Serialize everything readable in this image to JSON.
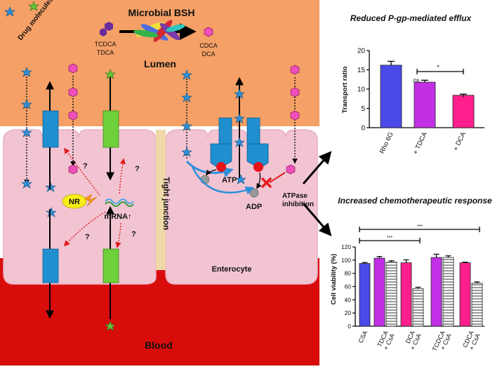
{
  "diagram": {
    "legend_drug": "Drug molecules",
    "microbial_bsh": "Microbial BSH",
    "substrates": [
      "TCDCA",
      "TDCA"
    ],
    "products": [
      "CDCA",
      "DCA"
    ],
    "lumen": "Lumen",
    "blood": "Blood",
    "tight_junction": "Tight junction",
    "enterocyte": "Enterocyte",
    "nr": "NR",
    "mrna": "mRNA↑",
    "question": "?",
    "atp": "ATP",
    "adp": "ADP",
    "atpase_1": "ATPase",
    "atpase_2": "inhibition"
  },
  "colors": {
    "lumen": "#f5a066",
    "blood": "#d90c0c",
    "cell": "#f2c4d2",
    "transporter_blue": "#1f8fd0",
    "transporter_green": "#6fd13a",
    "drug_blue": "#2e8fd8",
    "drug_green": "#5fc43a",
    "bile_pink": "#ee4fb8",
    "bile_purple": "#6a2b9e",
    "bar_blue": "#4a4ae8",
    "bar_purple": "#c230e6",
    "bar_pink": "#ff1f8c"
  },
  "chart_data": [
    {
      "type": "bar",
      "title": "Reduced P-gp-mediated efflux",
      "ylabel": "Transport ratio",
      "categories": [
        "Rho 6G",
        "+ TDCA",
        "+ DCA"
      ],
      "values": [
        16.2,
        11.8,
        8.4
      ],
      "errors": [
        1.0,
        0.5,
        0.3
      ],
      "bar_colors": [
        "#4a4ae8",
        "#c230e6",
        "#ff1f8c"
      ],
      "ylim": [
        0,
        20
      ],
      "yticks": [
        "0",
        "5",
        "10",
        "15",
        "20"
      ],
      "annotations": [
        "ns",
        "*",
        "*"
      ]
    },
    {
      "type": "bar",
      "title": "Increased chemotherapeutic response",
      "ylabel": "Cell viability (%)",
      "categories": [
        "CSA",
        "TDCA\n+ CsA",
        "DCA\n+ CsA",
        "TCDCA\n+ CsA",
        "CDCA\n+ CsA"
      ],
      "series": [
        {
          "name": "",
          "values": [
            95,
            103,
            96,
            104,
            96
          ],
          "errors": [
            1.5,
            2.5,
            4.5,
            5,
            1
          ]
        },
        {
          "name": "",
          "values": [
            null,
            97,
            57,
            104,
            65
          ],
          "errors": [
            null,
            2,
            2,
            2.5,
            2
          ]
        }
      ],
      "bar_colors": [
        "#4a4ae8",
        "#c230e6",
        "#ff1f8c",
        "#c230e6",
        "#ff1f8c"
      ],
      "ylim": [
        0,
        120
      ],
      "yticks": [
        "0",
        "20",
        "40",
        "60",
        "80",
        "100",
        "120"
      ],
      "annotations": [
        "***",
        "***"
      ]
    }
  ]
}
